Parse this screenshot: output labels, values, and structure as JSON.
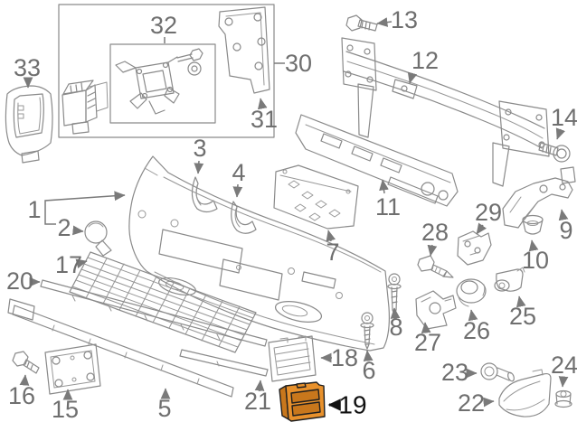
{
  "diagram": {
    "type": "exploded-parts-diagram",
    "subject": "front bumper assembly"
  },
  "colors": {
    "background": "#ffffff",
    "line": "#8a8a8a",
    "label": "#6f6f6f",
    "highlight_fill": "#e8912c",
    "highlight_slat": "#c8771c",
    "highlight_outline": "#1f1f1f",
    "highlight_label": "#111111"
  },
  "selected": {
    "part": "19"
  },
  "parts": {
    "p1": {
      "label": "1"
    },
    "p2": {
      "label": "2"
    },
    "p3": {
      "label": "3"
    },
    "p4": {
      "label": "4"
    },
    "p5": {
      "label": "5"
    },
    "p6": {
      "label": "6"
    },
    "p7": {
      "label": "7"
    },
    "p8": {
      "label": "8"
    },
    "p9": {
      "label": "9"
    },
    "p10": {
      "label": "10"
    },
    "p11": {
      "label": "11"
    },
    "p12": {
      "label": "12"
    },
    "p13": {
      "label": "13"
    },
    "p14": {
      "label": "14"
    },
    "p15": {
      "label": "15"
    },
    "p16": {
      "label": "16"
    },
    "p17": {
      "label": "17"
    },
    "p18": {
      "label": "18"
    },
    "p19": {
      "label": "19"
    },
    "p20": {
      "label": "20"
    },
    "p21": {
      "label": "21"
    },
    "p22": {
      "label": "22"
    },
    "p23": {
      "label": "23"
    },
    "p24": {
      "label": "24"
    },
    "p25": {
      "label": "25"
    },
    "p26": {
      "label": "26"
    },
    "p27": {
      "label": "27"
    },
    "p28": {
      "label": "28"
    },
    "p29": {
      "label": "29"
    },
    "p30": {
      "label": "30"
    },
    "p31": {
      "label": "31"
    },
    "p32": {
      "label": "32"
    },
    "p33": {
      "label": "33"
    }
  }
}
